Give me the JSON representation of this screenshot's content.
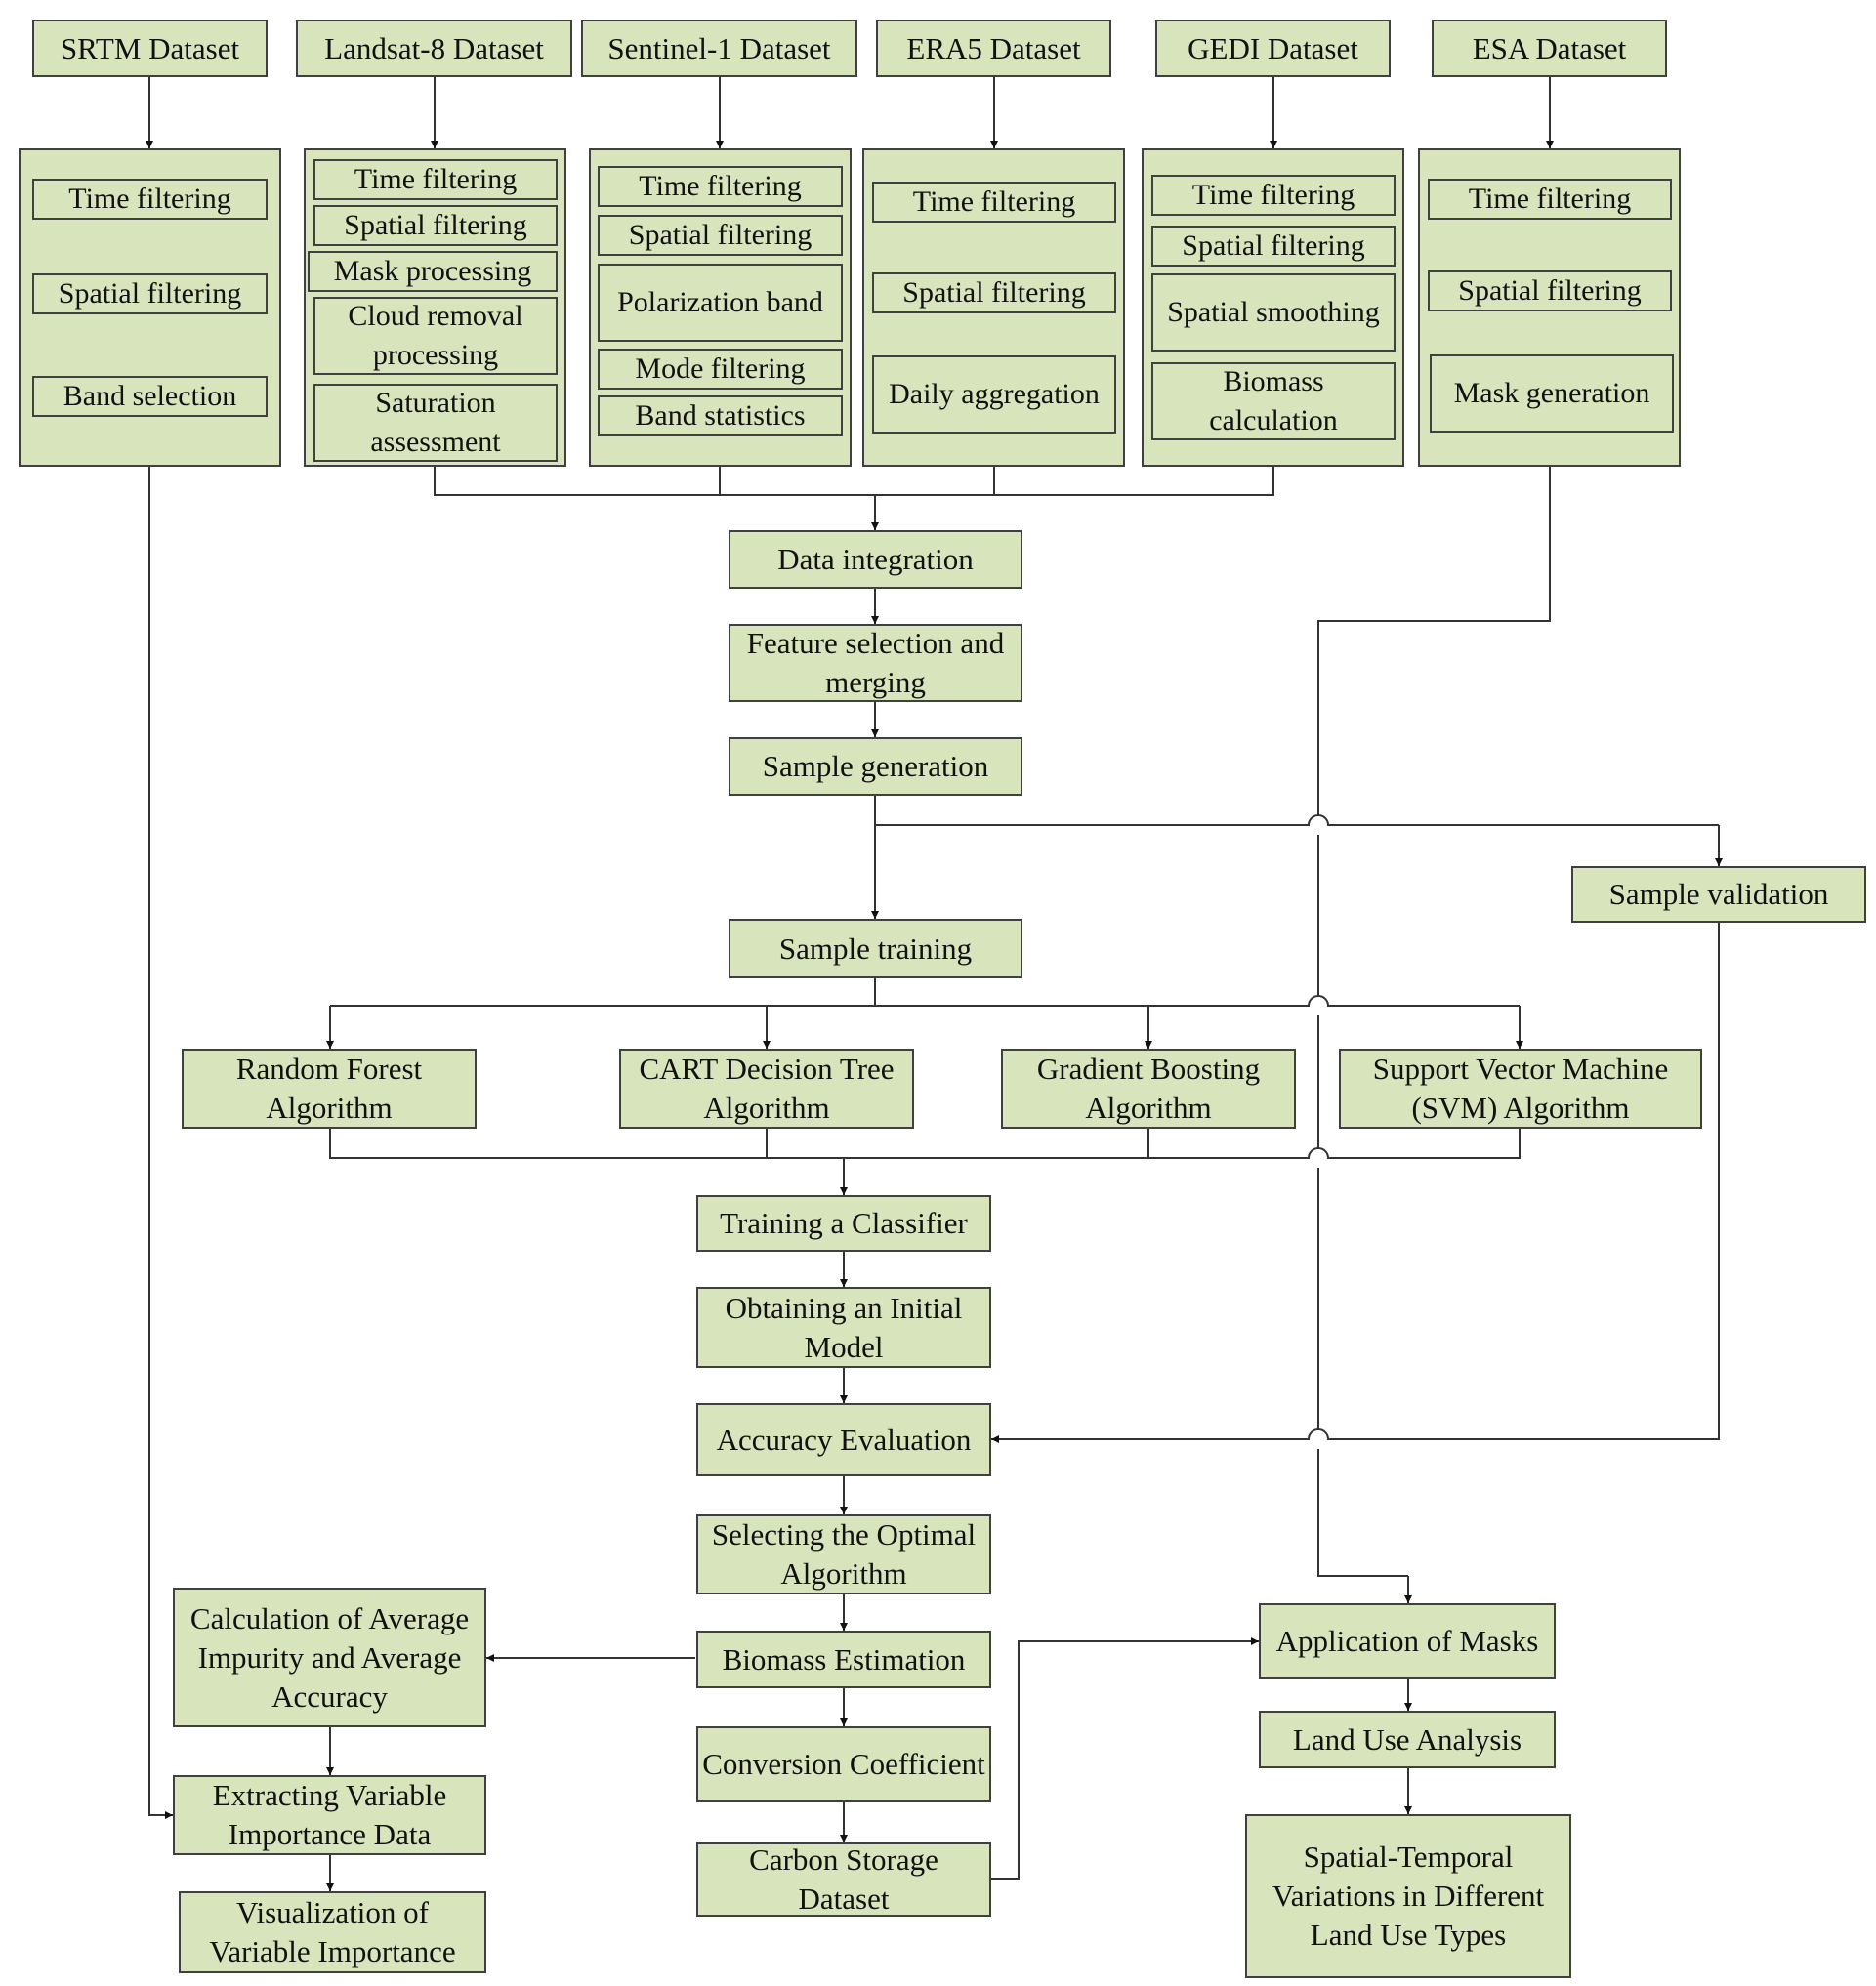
{
  "datasets": {
    "srtm": "SRTM Dataset",
    "landsat": "Landsat-8 Dataset",
    "sentinel": "Sentinel-1 Dataset",
    "era5": "ERA5 Dataset",
    "gedi": "GEDI Dataset",
    "esa": "ESA Dataset"
  },
  "srtm_steps": [
    "Time filtering",
    "Spatial filtering",
    "Band selection"
  ],
  "landsat_steps": [
    "Time filtering",
    "Spatial filtering",
    "Mask processing",
    "Cloud removal processing",
    "Saturation assessment"
  ],
  "sentinel_steps": [
    "Time filtering",
    "Spatial filtering",
    "Polarization band",
    "Mode filtering",
    "Band statistics"
  ],
  "era5_steps": [
    "Time filtering",
    "Spatial filtering",
    "Daily aggregation"
  ],
  "gedi_steps": [
    "Time filtering",
    "Spatial filtering",
    "Spatial smoothing",
    "Biomass calculation"
  ],
  "esa_steps": [
    "Time filtering",
    "Spatial filtering",
    "Mask generation"
  ],
  "flow": {
    "data_integration": "Data integration",
    "feature_selection": "Feature selection and merging",
    "sample_generation": "Sample generation",
    "sample_training": "Sample training",
    "sample_validation": "Sample validation",
    "training_classifier": "Training a Classifier",
    "initial_model": "Obtaining an Initial Model",
    "accuracy_evaluation": "Accuracy Evaluation",
    "optimal_algorithm": "Selecting the Optimal Algorithm",
    "biomass_estimation": "Biomass Estimation",
    "conversion_coefficient": "Conversion Coefficient",
    "carbon_storage": "Carbon Storage Dataset",
    "avg_impurity": "Calculation of Average Impurity and Average Accuracy",
    "extract_importance": "Extracting Variable Importance Data",
    "visualize_importance": "Visualization of Variable Importance",
    "apply_masks": "Application of Masks",
    "land_use": "Land Use Analysis",
    "spatial_temporal": "Spatial-Temporal Variations in Different Land Use Types"
  },
  "algorithms": {
    "rf": "Random Forest Algorithm",
    "cart": "CART Decision Tree Algorithm",
    "gb": "Gradient Boosting Algorithm",
    "svm": "Support Vector Machine (SVM) Algorithm"
  }
}
